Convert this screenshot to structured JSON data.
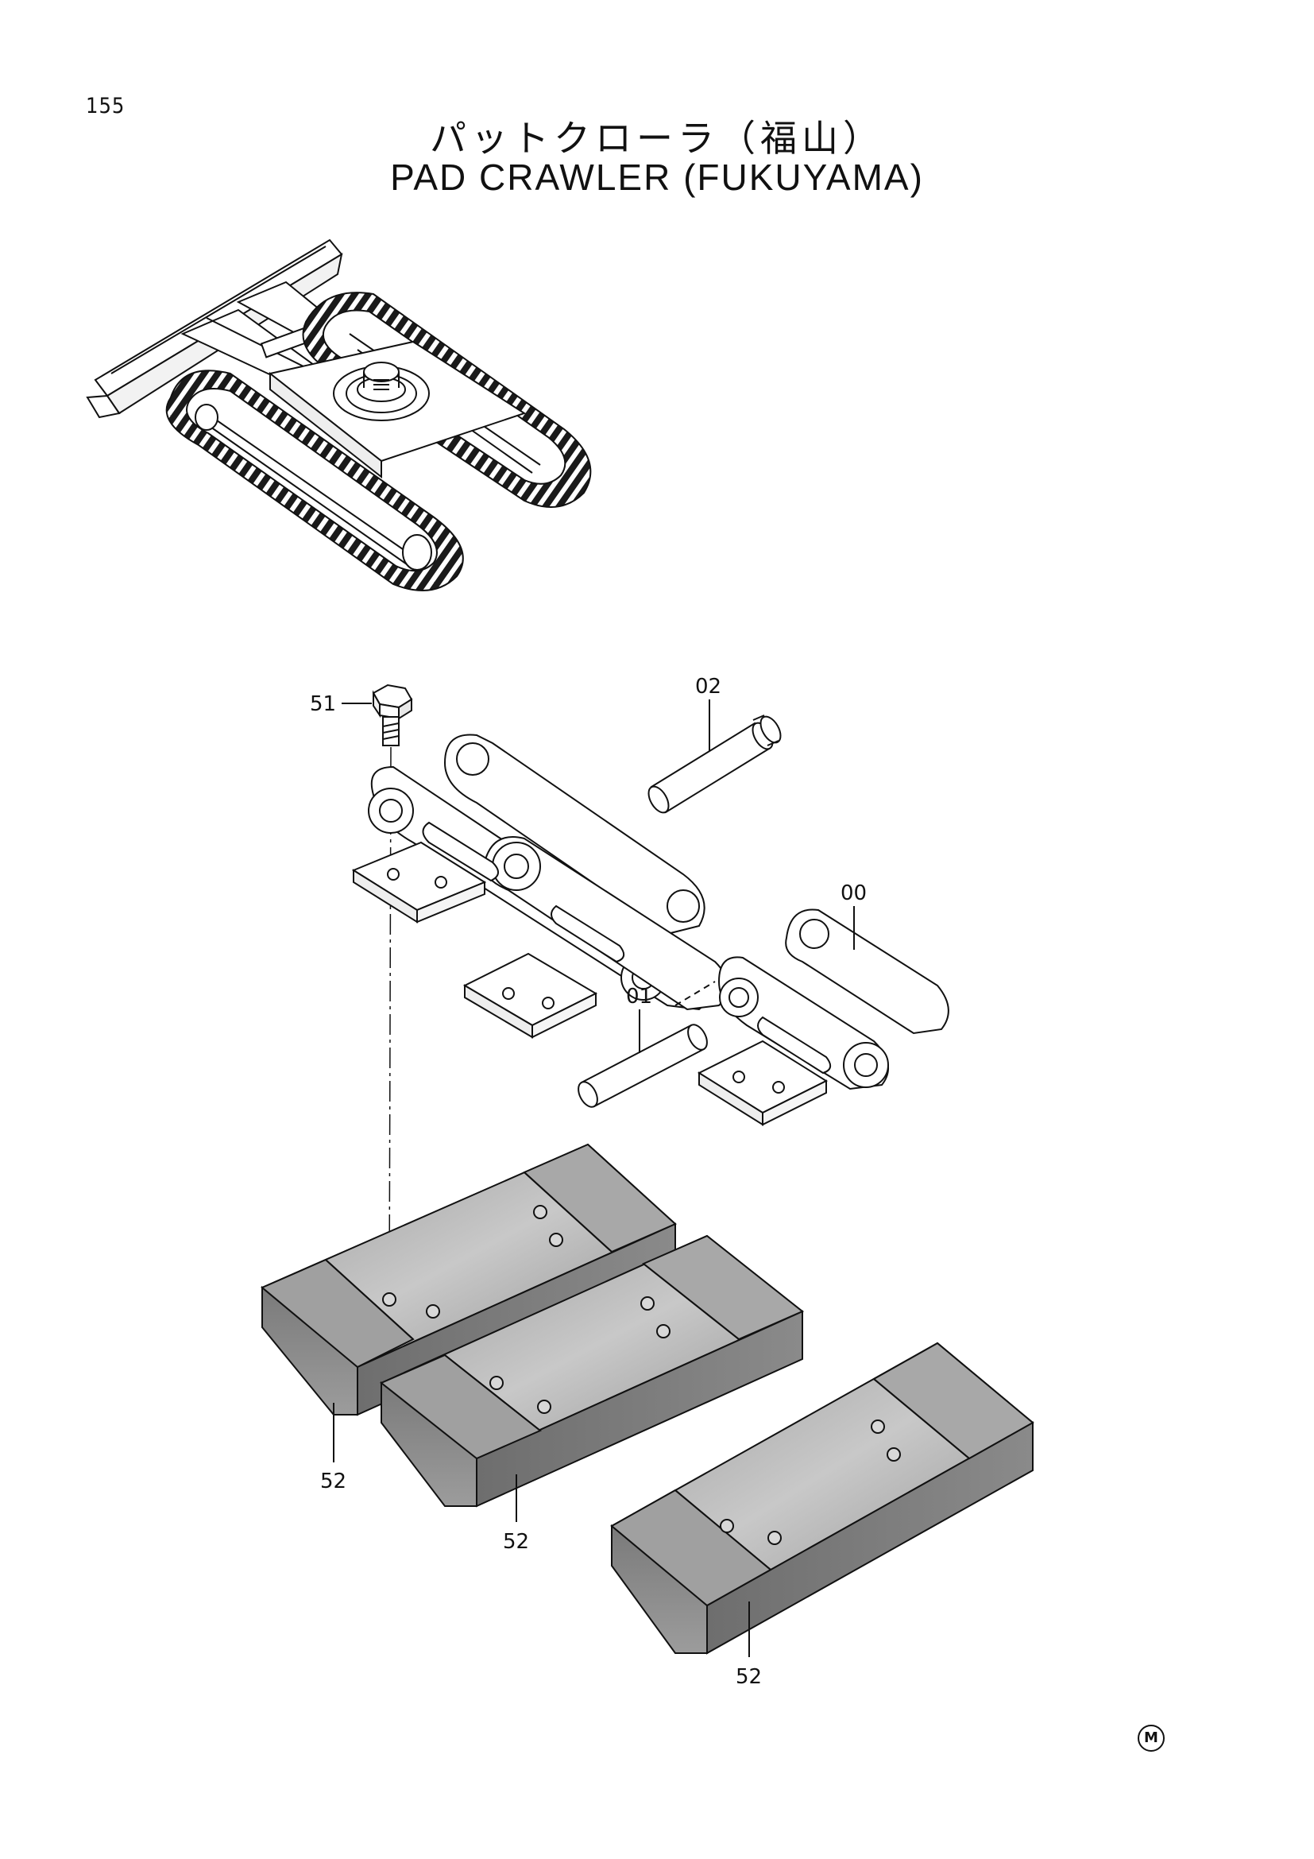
{
  "page_number": "155",
  "title_jp": "パットクローラ（福山）",
  "title_en": "PAD CRAWLER (FUKUYAMA)",
  "callouts": {
    "bolt": "51",
    "pin_upper": "02",
    "link_assembly": "00",
    "pin_lower": "01",
    "pad_left": "52",
    "pad_middle": "52",
    "pad_right": "52"
  },
  "corner_mark": "M"
}
